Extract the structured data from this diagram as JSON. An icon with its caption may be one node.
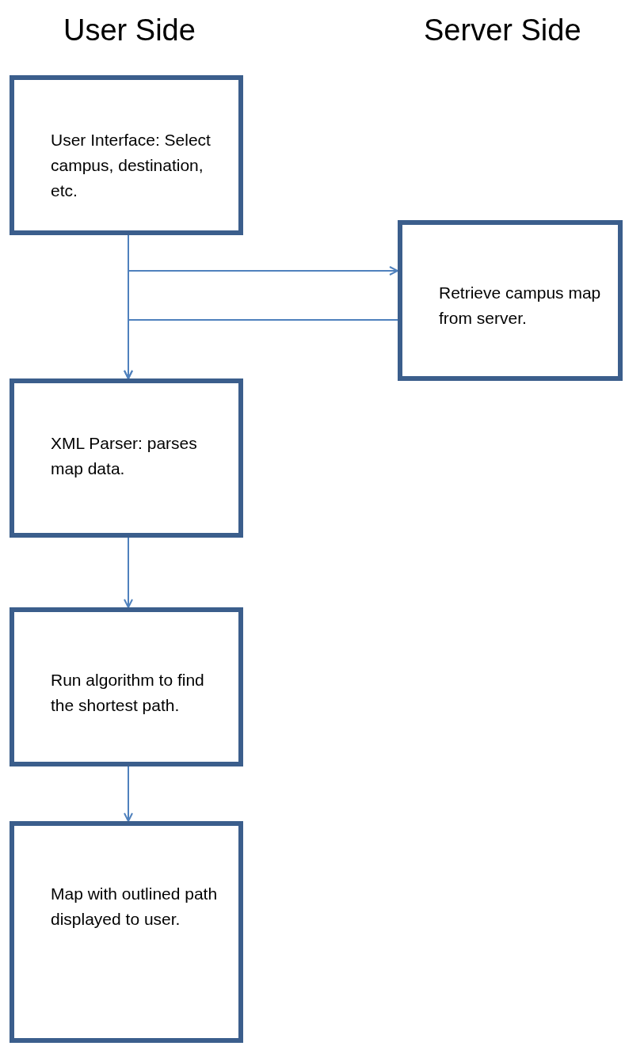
{
  "diagram": {
    "nodes": [
      {
        "text": [
          "User Interface: Select campus, destination, etc."
        ]
      },
      {
        "text": [
          "Retrieve campus map from server."
        ]
      },
      {
        "text": [
          "XML Parser: parses map data."
        ]
      },
      {
        "text": [
          "Run algorithm to find the shortest path."
        ]
      },
      {
        "text": [
          "Map with outlined path displayed to user."
        ]
      }
    ],
    "edges": [
      {
        "from": 0,
        "to": 2,
        "arrow": "to"
      },
      {
        "from": 0,
        "to": 1,
        "arrow": "to"
      },
      {
        "from": 1,
        "to": 2,
        "arrow": "to"
      },
      {
        "from": 2,
        "to": 3,
        "arrow": "to"
      },
      {
        "from": 3,
        "to": 4,
        "arrow": "to"
      }
    ],
    "labels": [
      "User Side",
      "Server Side"
    ]
  }
}
